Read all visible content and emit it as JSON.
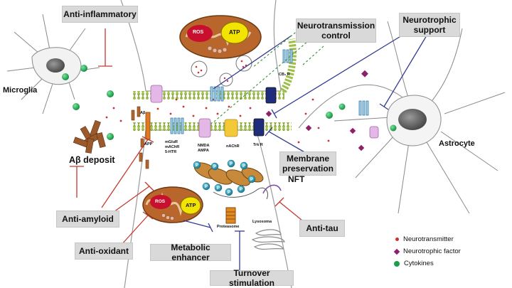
{
  "boxes": {
    "anti_inflammatory": "Anti-inflammatory",
    "neurotransmission_control_1": "Neurotransmission",
    "neurotransmission_control_2": "control",
    "neurotrophic_support_1": "Neurotrophic",
    "neurotrophic_support_2": "support",
    "membrane_preservation_1": "Membrane",
    "membrane_preservation_2": "preservation",
    "anti_amyloid": "Anti-amyloid",
    "anti_oxidant": "Anti-oxidant",
    "metabolic_enhancer": "Metabolic enhancer",
    "anti_tau": "Anti-tau",
    "turnover_stimulation": "Turnover stimulation"
  },
  "labels": {
    "microglia": "Microglia",
    "abeta_deposit": "Aβ deposit",
    "astrocyte": "Astrocyte",
    "nft": "NFT",
    "ros": "ROS",
    "atp": "ATP",
    "abeta_small": "Aβ",
    "app": "APP",
    "mglur": "mGluR",
    "machr": "mAChR",
    "ht5": "5-HTR",
    "nmda": "NMDA",
    "ampa": "AMPA",
    "nachr": "nAChR",
    "trkr": "Trk R",
    "cb1r": "CB₁ R",
    "proteasome": "Proteasome",
    "lysosome": "Lysosoma",
    "tau_p": "P"
  },
  "legend": [
    {
      "label": "Neurotransmitter",
      "color": "#d0312d",
      "shape": "dot"
    },
    {
      "label": "Neurotrophic factor",
      "color": "#8e1f6b",
      "shape": "diamond"
    },
    {
      "label": "Cytokines",
      "color": "#1aa04b",
      "shape": "circle"
    }
  ],
  "colors": {
    "red_inhibit": "#c43a31",
    "blue_line": "#333c8f",
    "green_dash": "#3d8a3d",
    "membrane": "#a9c95a",
    "ros": "#c8102e",
    "atp": "#f2e400",
    "mito": "#b8662b"
  }
}
